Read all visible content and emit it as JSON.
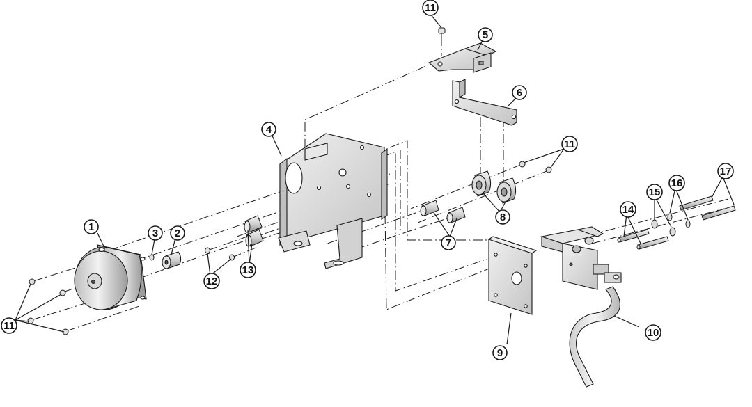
{
  "colors": {
    "ink": "#1a1a1a",
    "metal": "#d9d9d9",
    "metal_light": "#eeeeee",
    "metal_dark": "#a8a8a8",
    "background": "#ffffff"
  },
  "callouts": [
    {
      "id": "c11-top",
      "label": "11"
    },
    {
      "id": "c5",
      "label": "5"
    },
    {
      "id": "c6",
      "label": "6"
    },
    {
      "id": "c4",
      "label": "4"
    },
    {
      "id": "c11-right",
      "label": "11"
    },
    {
      "id": "c17",
      "label": "17"
    },
    {
      "id": "c16",
      "label": "16"
    },
    {
      "id": "c15",
      "label": "15"
    },
    {
      "id": "c14",
      "label": "14"
    },
    {
      "id": "c8",
      "label": "8"
    },
    {
      "id": "c7",
      "label": "7"
    },
    {
      "id": "c1",
      "label": "1"
    },
    {
      "id": "c3",
      "label": "3"
    },
    {
      "id": "c2",
      "label": "2"
    },
    {
      "id": "c13",
      "label": "13"
    },
    {
      "id": "c12",
      "label": "12"
    },
    {
      "id": "c11-left",
      "label": "11"
    },
    {
      "id": "c10",
      "label": "10"
    },
    {
      "id": "c9",
      "label": "9"
    }
  ]
}
